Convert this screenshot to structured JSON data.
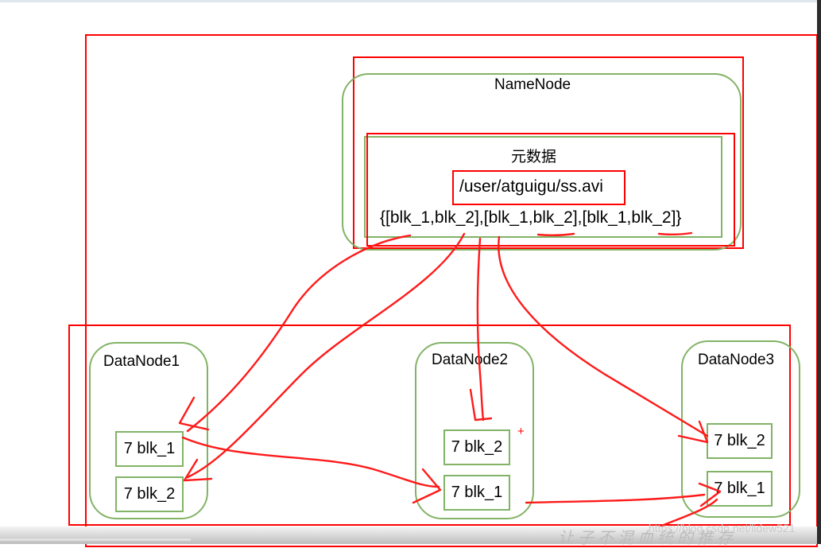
{
  "namenode": {
    "title": "NameNode",
    "metadata_label": "元数据",
    "path": "/user/atguigu/ss.avi",
    "block_list": "{[blk_1,blk_2],[blk_1,blk_2],[blk_1,blk_2]}"
  },
  "datanodes": [
    {
      "title": "DataNode1",
      "blocks": [
        "7 blk_1",
        "7 blk_2"
      ]
    },
    {
      "title": "DataNode2",
      "blocks": [
        "7 blk_2",
        "7 blk_1"
      ]
    },
    {
      "title": "DataNode3",
      "blocks": [
        "7 blk_2",
        "7 blk_1"
      ]
    }
  ],
  "plus_mark": "+",
  "watermark": "https://blog.csdn.net/lidew521",
  "handwriting": "让子不混血统的推存",
  "colors": {
    "annotation": "#ff0000",
    "node_border": "#82b366"
  }
}
